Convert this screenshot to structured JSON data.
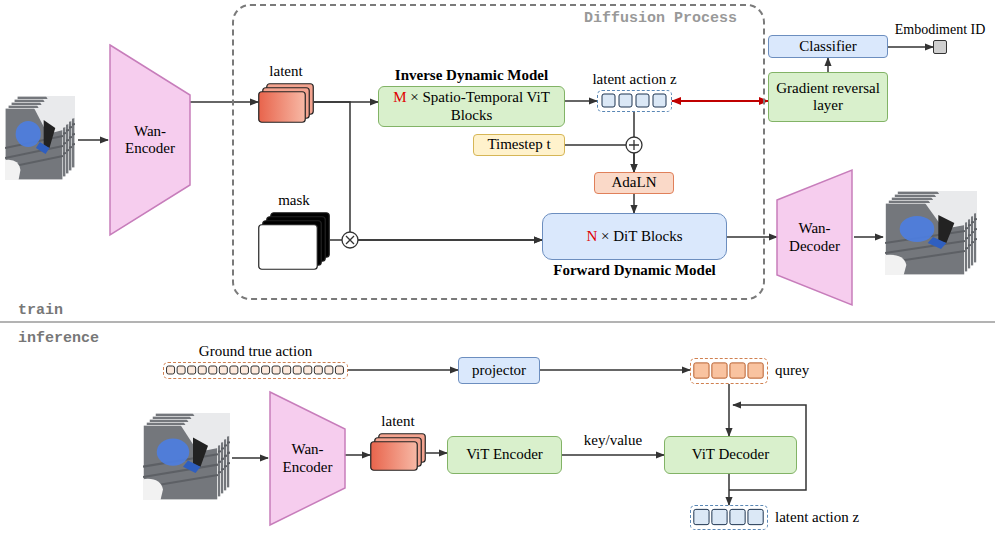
{
  "diagram": {
    "nodes": [
      {
        "text": [
          "Diffusion Process"
        ]
      },
      {
        "text": [
          "Wan- Encoder"
        ]
      },
      {
        "text": [
          "latent"
        ],
        "in": 0
      },
      {
        "text": [
          "Inverse Dynamic Model",
          "M",
          "× Spatio-Temporal ViT Blocks"
        ],
        "in": 0
      },
      {
        "text": [
          "latent action z"
        ],
        "in": 0
      },
      {
        "text": [
          "Timestep t"
        ],
        "in": 0
      },
      {
        "text": [
          "AdaLN"
        ],
        "in": 0
      },
      {
        "text": [
          "mask"
        ],
        "in": 0
      },
      {
        "text": [
          "N",
          "× DiT Blocks",
          "Forward Dynamic Model"
        ],
        "in": 0
      },
      {
        "text": [
          "Classifier"
        ]
      },
      {
        "text": [
          "Gradient reversal layer"
        ]
      },
      {
        "text": [
          "Embodiment ID"
        ]
      },
      {
        "text": [
          "Wan- Decoder"
        ]
      },
      {
        "text": [
          "Ground true action"
        ]
      },
      {
        "text": [
          "projector"
        ]
      },
      {
        "text": [
          "qurey"
        ]
      },
      {
        "text": [
          "Wan- Encoder"
        ]
      },
      {
        "text": [
          "latent"
        ]
      },
      {
        "text": [
          "ViT Encoder"
        ]
      },
      {
        "text": [
          "ViT Decoder"
        ]
      },
      {
        "text": [
          "latent action z"
        ]
      }
    ],
    "edges": [
      {
        "from": 1,
        "to": 2,
        "arrow": "to"
      },
      {
        "from": 2,
        "to": 3,
        "arrow": "to"
      },
      {
        "from": 2,
        "to": 8,
        "arrow": "to"
      },
      {
        "from": 7,
        "to": 8,
        "arrow": "to"
      },
      {
        "from": 3,
        "to": 4,
        "arrow": "to"
      },
      {
        "from": 4,
        "to": 10,
        "arrow": "both"
      },
      {
        "from": 10,
        "to": 9,
        "arrow": "to"
      },
      {
        "from": 9,
        "to": 11,
        "arrow": "to"
      },
      {
        "from": 4,
        "to": 6,
        "arrow": "to"
      },
      {
        "from": 5,
        "to": 6,
        "arrow": "to"
      },
      {
        "from": 6,
        "to": 8,
        "arrow": "to"
      },
      {
        "from": 8,
        "to": 12,
        "arrow": "to"
      },
      {
        "from": 13,
        "to": 14,
        "arrow": "to"
      },
      {
        "from": 14,
        "to": 15,
        "arrow": "to"
      },
      {
        "from": 15,
        "to": 19,
        "arrow": "to"
      },
      {
        "from": 16,
        "to": 17,
        "arrow": "to"
      },
      {
        "from": 17,
        "to": 18,
        "arrow": "to"
      },
      {
        "from": 18,
        "to": 19,
        "label": "key/value",
        "arrow": "to"
      },
      {
        "from": 19,
        "to": 20,
        "arrow": "to"
      }
    ],
    "labels": [
      "train",
      "inference"
    ]
  }
}
